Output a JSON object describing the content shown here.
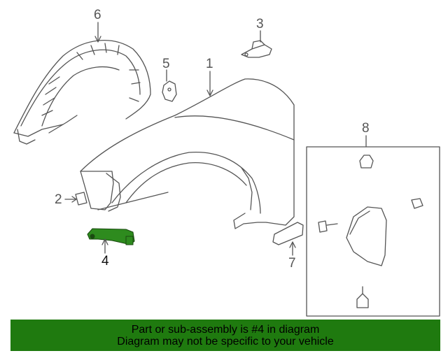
{
  "callouts": {
    "c1": "1",
    "c2": "2",
    "c3": "3",
    "c4": "4",
    "c5": "5",
    "c6": "6",
    "c7": "7",
    "c8": "8"
  },
  "highlighted_part": "4",
  "colors": {
    "highlight": "#2e8b1e",
    "banner": "#1f7a0f",
    "line": "#555555"
  },
  "banner": {
    "line1": "Part or sub-assembly is #4 in diagram",
    "line2": "Diagram may not be specific to your vehicle"
  }
}
